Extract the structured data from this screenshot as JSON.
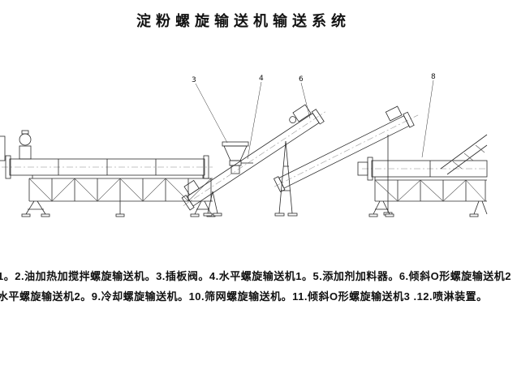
{
  "title": "淀粉螺旋输送机输送系统",
  "caption": {
    "line1": "1。2.油加热加搅拌螺旋输送机。3.插板阀。4.水平螺旋输送机1。5.添加剂加料器。6.倾斜O形螺旋输送机2",
    "line2": "水平螺旋输送机2。9.冷却螺旋输送机。10.筛网螺旋输送机。11.倾斜O形螺旋输送机3 .12.喷淋装置。"
  },
  "callouts": [
    {
      "label": "3"
    },
    {
      "label": "4"
    },
    {
      "label": "6"
    },
    {
      "label": "8"
    }
  ],
  "drawing": {
    "line_color": "#2a2a2a",
    "background": "#ffffff",
    "components": [
      "oil-heated-mixing-screw-conveyor",
      "slide-valve",
      "horizontal-screw-conveyor-1",
      "additive-feeder-hopper",
      "inclined-o-screw-conveyor-2",
      "horizontal-screw-conveyor-2",
      "cooling-screw-conveyor",
      "screen-screw-conveyor",
      "inclined-o-screw-conveyor-3",
      "spray-device"
    ]
  }
}
